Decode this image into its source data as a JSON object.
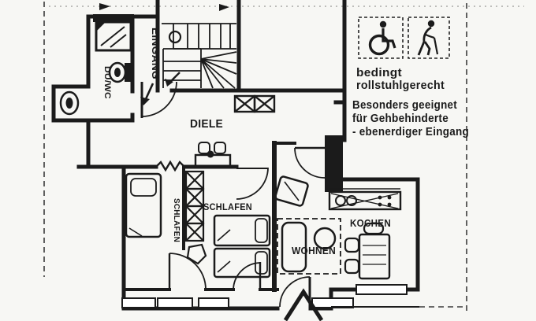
{
  "colors": {
    "ink": "#1b1b1b",
    "paper": "#f7f7f4"
  },
  "plan": {
    "room_labels": {
      "diele": "DIELE",
      "eingang": "EINGANG",
      "du_wc": "DU/WC",
      "schlafen_left": "SCHLAFEN",
      "schlafen_right": "SCHLAFEN",
      "wohnen": "WOHNEN",
      "kochen": "KOCHEN"
    }
  },
  "legend": {
    "wheelchair_icon": "wheelchair-icon",
    "cane_icon": "person-with-cane-icon",
    "caption_line1": "bedingt",
    "caption_line2": "rollstuhlgerecht",
    "note_line1": "Besonders geeignet",
    "note_line2": "für Gehbehinderte",
    "note_line3": "- ebenerdiger Eingang"
  }
}
